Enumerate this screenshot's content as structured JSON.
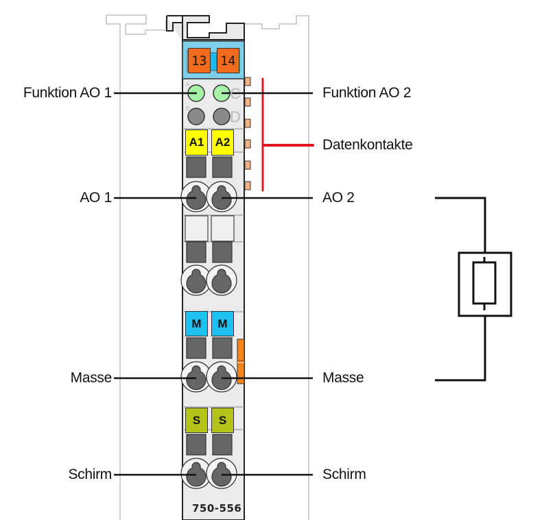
{
  "module": {
    "part_number": "750-556",
    "top_terminals": [
      "13",
      "14"
    ],
    "led_letters": {
      "A": "A",
      "B": "B",
      "C": "C",
      "D": "D"
    },
    "channel_marks": [
      "A1",
      "A2"
    ],
    "ground_marks": [
      "M",
      "M"
    ],
    "shield_marks": [
      "S",
      "S"
    ]
  },
  "labels": {
    "left": {
      "funktion_ao1": "Funktion AO 1",
      "ao1": "AO 1",
      "masse": "Masse",
      "schirm": "Schirm"
    },
    "right": {
      "funktion_ao2": "Funktion AO 2",
      "datenkontakte": "Datenkontakte",
      "ao2": "AO 2",
      "masse": "Masse",
      "schirm": "Schirm"
    }
  },
  "colors": {
    "terminal_orange": "#f26a1b",
    "header_blue": "#7fcfea",
    "led_green": "#a7f0a7",
    "led_gray": "#8a8a8a",
    "channel_yellow": "#ffff00",
    "ground_blue": "#1ec0ef",
    "shield_olive": "#b5c21a",
    "data_contact": "#f4b183",
    "bracket_red": "#e0141e",
    "body_gray": "#ebebeb"
  },
  "load_symbol": "shielded-resistor"
}
